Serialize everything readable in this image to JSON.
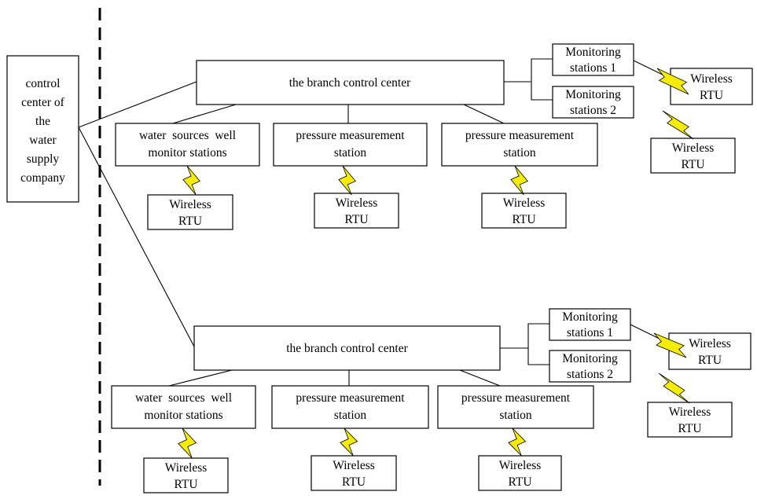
{
  "diagram": {
    "control_center": [
      "control",
      "center of",
      "the",
      "water",
      "supply",
      "company"
    ],
    "branch_label": "the branch control center",
    "water_station": [
      "water  sources  well",
      "monitor stations"
    ],
    "pressure_station": [
      "pressure measurement",
      "station"
    ],
    "monitoring_1": [
      "Monitoring",
      "stations 1"
    ],
    "monitoring_2": [
      "Monitoring",
      "stations 2"
    ],
    "rtu": [
      "Wireless",
      "RTU"
    ],
    "colors": {
      "bolt": "#f5ec00",
      "stroke": "#000000",
      "background": "#ffffff"
    }
  }
}
